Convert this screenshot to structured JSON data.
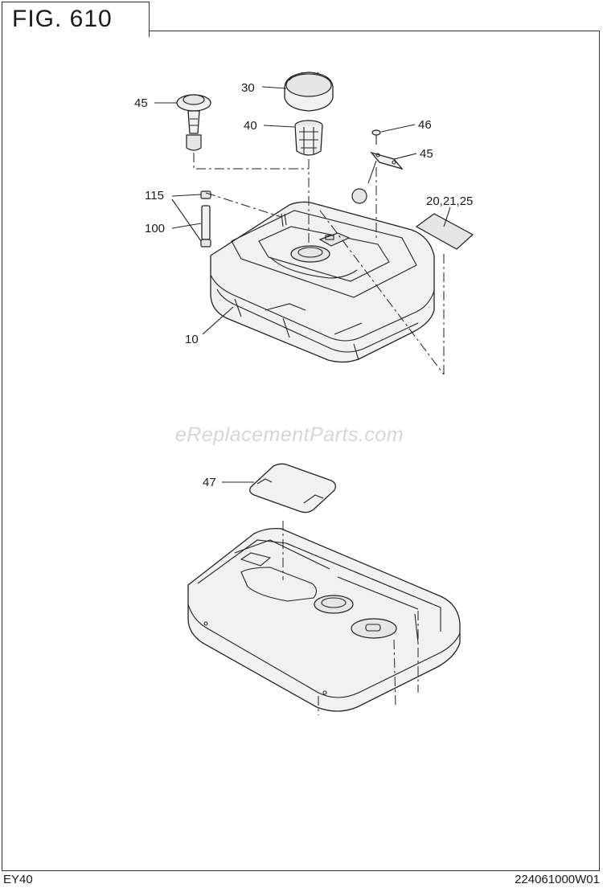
{
  "figure_title": "FIG. 610",
  "footer": {
    "model": "EY40",
    "code": "224061000W01"
  },
  "watermark": "eReplacementParts.com",
  "callouts": [
    {
      "id": "30",
      "text": "30"
    },
    {
      "id": "45a",
      "text": "45"
    },
    {
      "id": "40",
      "text": "40"
    },
    {
      "id": "46",
      "text": "46"
    },
    {
      "id": "45b",
      "text": "45"
    },
    {
      "id": "115",
      "text": "115"
    },
    {
      "id": "20",
      "text": "20,21,25"
    },
    {
      "id": "100",
      "text": "100"
    },
    {
      "id": "10",
      "text": "10"
    },
    {
      "id": "47",
      "text": "47"
    }
  ]
}
